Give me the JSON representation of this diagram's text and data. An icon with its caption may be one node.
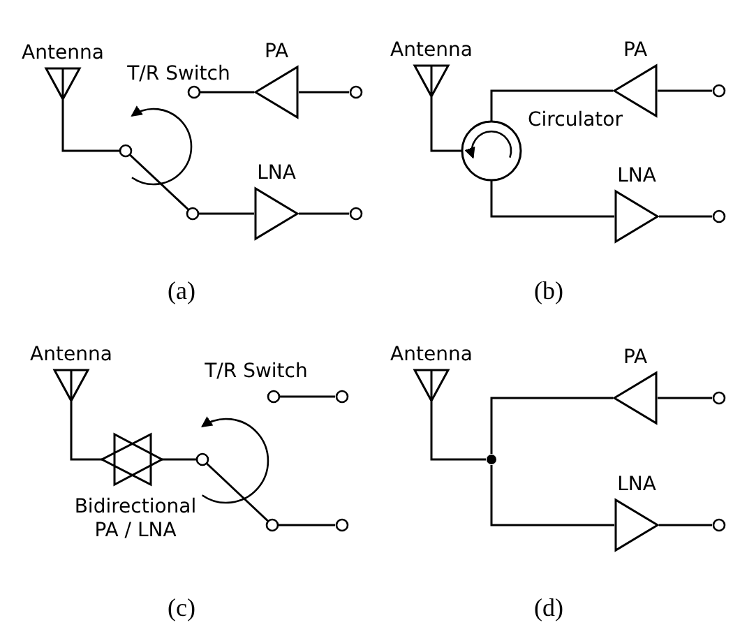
{
  "diagram": {
    "nodes": [
      {
        "text": [
          "Antenna"
        ]
      },
      {
        "text": [
          "T/R Switch"
        ]
      },
      {
        "text": [
          "PA"
        ]
      },
      {
        "text": [
          "LNA"
        ]
      },
      {
        "text": [],
        "shape": "circle"
      },
      {
        "text": [],
        "shape": "circle"
      },
      {
        "text": [
          "Antenna"
        ]
      },
      {
        "text": [
          "Circulator"
        ]
      },
      {
        "text": [
          "PA"
        ]
      },
      {
        "text": [
          "LNA"
        ]
      },
      {
        "text": [],
        "shape": "circle"
      },
      {
        "text": [],
        "shape": "circle"
      },
      {
        "text": [
          "Antenna"
        ]
      },
      {
        "text": [
          "Bidirectional PA / LNA"
        ]
      },
      {
        "text": [
          "T/R Switch"
        ]
      },
      {
        "text": [],
        "shape": "circle"
      },
      {
        "text": [],
        "shape": "circle"
      },
      {
        "text": [
          "Antenna"
        ]
      },
      {
        "text": [],
        "shape": "circle"
      },
      {
        "text": [
          "PA"
        ]
      },
      {
        "text": [
          "LNA"
        ]
      },
      {
        "text": [],
        "shape": "circle"
      },
      {
        "text": [],
        "shape": "circle"
      }
    ],
    "edges": [
      {
        "from": 0,
        "to": 1,
        "arrow": "none"
      },
      {
        "from": 1,
        "to": 2,
        "arrow": "none"
      },
      {
        "from": 1,
        "to": 3,
        "arrow": "none"
      },
      {
        "from": 2,
        "to": 4,
        "arrow": "none"
      },
      {
        "from": 3,
        "to": 5,
        "arrow": "none"
      },
      {
        "from": 6,
        "to": 7,
        "arrow": "none"
      },
      {
        "from": 7,
        "to": 8,
        "arrow": "none"
      },
      {
        "from": 7,
        "to": 9,
        "arrow": "none"
      },
      {
        "from": 8,
        "to": 10,
        "arrow": "none"
      },
      {
        "from": 9,
        "to": 11,
        "arrow": "none"
      },
      {
        "from": 12,
        "to": 13,
        "arrow": "none"
      },
      {
        "from": 13,
        "to": 14,
        "arrow": "none"
      },
      {
        "from": 14,
        "to": 15,
        "arrow": "none"
      },
      {
        "from": 14,
        "to": 16,
        "arrow": "none"
      },
      {
        "from": 17,
        "to": 18,
        "arrow": "none"
      },
      {
        "from": 18,
        "to": 19,
        "arrow": "none"
      },
      {
        "from": 18,
        "to": 20,
        "arrow": "none"
      },
      {
        "from": 19,
        "to": 21,
        "arrow": "none"
      },
      {
        "from": 20,
        "to": 22,
        "arrow": "none"
      }
    ],
    "labels": [
      "(a)",
      "(b)",
      "(c)",
      "(d)"
    ]
  }
}
